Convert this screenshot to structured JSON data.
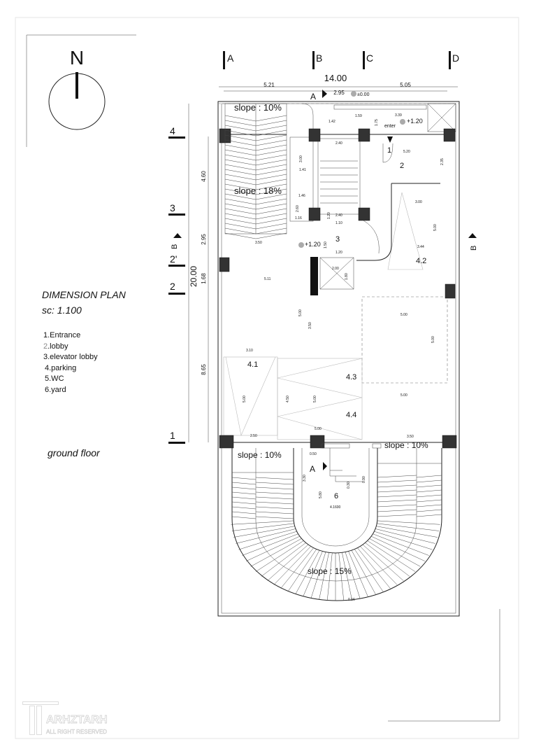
{
  "north": {
    "label": "N"
  },
  "title": {
    "heading": "DIMENSION PLAN",
    "scale": "sc: 1.100",
    "floor": "ground floor"
  },
  "legend": {
    "items": [
      {
        "num": "1",
        "text": ".Entrance"
      },
      {
        "num": "2",
        "text": ".lobby"
      },
      {
        "num": "3",
        "text": ".elevator lobby"
      },
      {
        "num": "4",
        "text": ".parking"
      },
      {
        "num": "5",
        "text": ".WC"
      },
      {
        "num": "6",
        "text": ".yard"
      }
    ]
  },
  "grid": {
    "columns": [
      "A",
      "B",
      "C",
      "D"
    ],
    "rows": [
      "4",
      "3",
      "2'",
      "2",
      "1"
    ],
    "section_a": "A",
    "section_b": "B"
  },
  "dimensions": {
    "overall_width": "14.00",
    "top": [
      "5.21",
      "2.95",
      "5.05"
    ],
    "overall_depth": "20.00",
    "left": [
      "4.60",
      "2.95",
      "1.68",
      "8.65"
    ],
    "interior": {
      "d142": "1.42",
      "d159": "1.59",
      "d175": "1.75",
      "d339": "3.39",
      "d520": "5.20",
      "d235": "2.35",
      "d240a": "2.40",
      "d240b": "2.40",
      "d300v": "3.00",
      "d141": "1.41",
      "d146": "1.46",
      "d260": "2.60",
      "d116": "1.16",
      "d120a": "1.20",
      "d110": "1.10",
      "d350": "3.50",
      "d150": "1.50",
      "d120b": "1.20",
      "d200": "2.00",
      "d180": "1.80",
      "d300h": "3.00",
      "d500a": "5.00",
      "d344": "3.44",
      "d511": "5.11",
      "d500b": "5.00",
      "d350v": "3.50",
      "d500c": "5.00",
      "d500d": "5.00",
      "d500e": "5.00",
      "d310": "3.10",
      "d500f": "5.00",
      "d450": "4.50",
      "d500g": "5.00",
      "d500h": "5.00",
      "d250": "2.50",
      "d350b": "3.50",
      "d050": "0.50",
      "d330": "3.30",
      "d580": "5.80",
      "d4160": "4.1600",
      "d090": "0.90",
      "d030": "0.30",
      "d018": "0.16"
    }
  },
  "levels": {
    "entry": "±0.00",
    "lobby": "+1.20",
    "elevator": "+1.20"
  },
  "labels": {
    "enter": "enter"
  },
  "rooms": {
    "r1": "1",
    "r2": "2",
    "r3": "3",
    "r41": "4.1",
    "r42": "4.2",
    "r43": "4.3",
    "r44": "4.4",
    "r6": "6"
  },
  "ramps": {
    "top_left": "slope :  10%",
    "left": "slope :  18%",
    "bottom_left": "slope :  10%",
    "bottom_right": "slope :  10%",
    "yard": "slope :  15%"
  },
  "logo": {
    "name": "ARHZTARH",
    "tagline": "ALL RIGHT RESERVED"
  }
}
